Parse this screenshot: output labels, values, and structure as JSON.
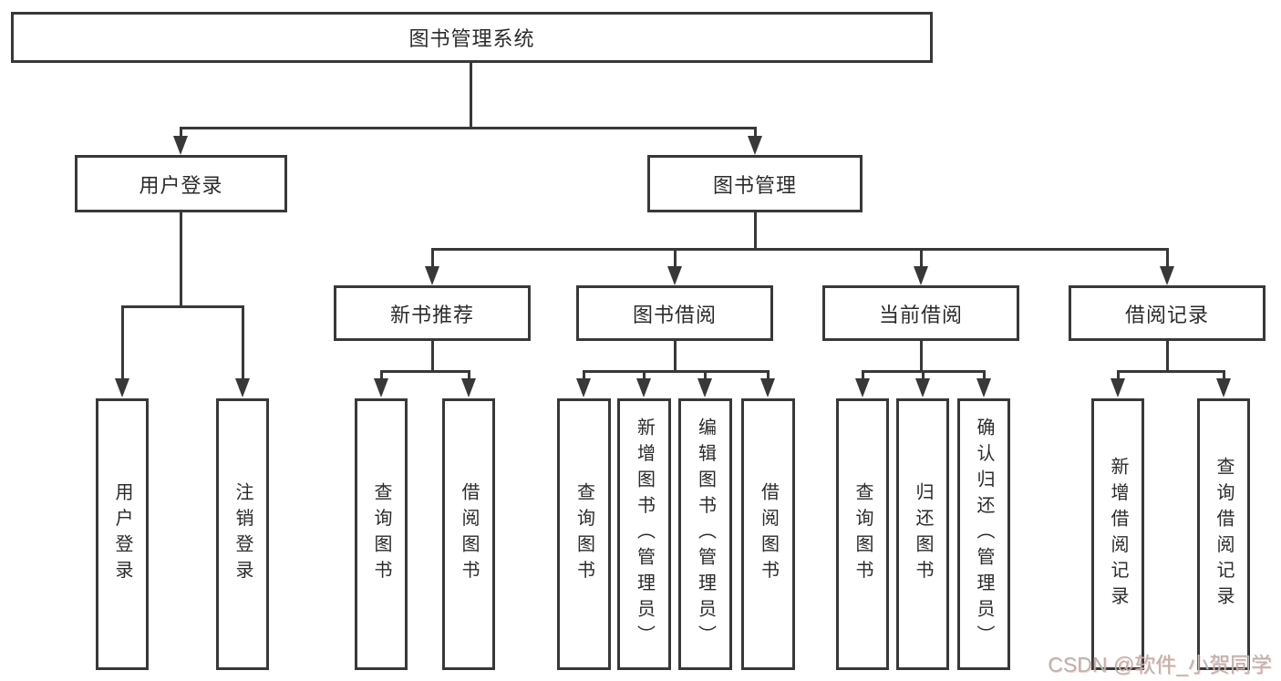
{
  "diagram": {
    "root": {
      "label": "图书管理系统"
    },
    "branches": [
      {
        "label": "用户登录",
        "children": [
          {
            "label": "用户登录"
          },
          {
            "label": "注销登录"
          }
        ]
      },
      {
        "label": "图书管理",
        "children": [
          {
            "label": "新书推荐",
            "children": [
              {
                "label": "查询图书"
              },
              {
                "label": "借阅图书"
              }
            ]
          },
          {
            "label": "图书借阅",
            "children": [
              {
                "label": "查询图书"
              },
              {
                "label": "新增图书（管理员）"
              },
              {
                "label": "编辑图书（管理员）"
              },
              {
                "label": "借阅图书"
              }
            ]
          },
          {
            "label": "当前借阅",
            "children": [
              {
                "label": "查询图书"
              },
              {
                "label": "归还图书"
              },
              {
                "label": "确认归还（管理员）"
              }
            ]
          },
          {
            "label": "借阅记录",
            "children": [
              {
                "label": "新增借阅记录"
              },
              {
                "label": "查询借阅记录"
              }
            ]
          }
        ]
      }
    ]
  },
  "watermark": {
    "text": "CSDN @软件_小贺同学"
  },
  "colors": {
    "line": "#383838",
    "text": "#2b2b2b",
    "background": "#ffffff",
    "watermark": "#b8b3b0"
  }
}
